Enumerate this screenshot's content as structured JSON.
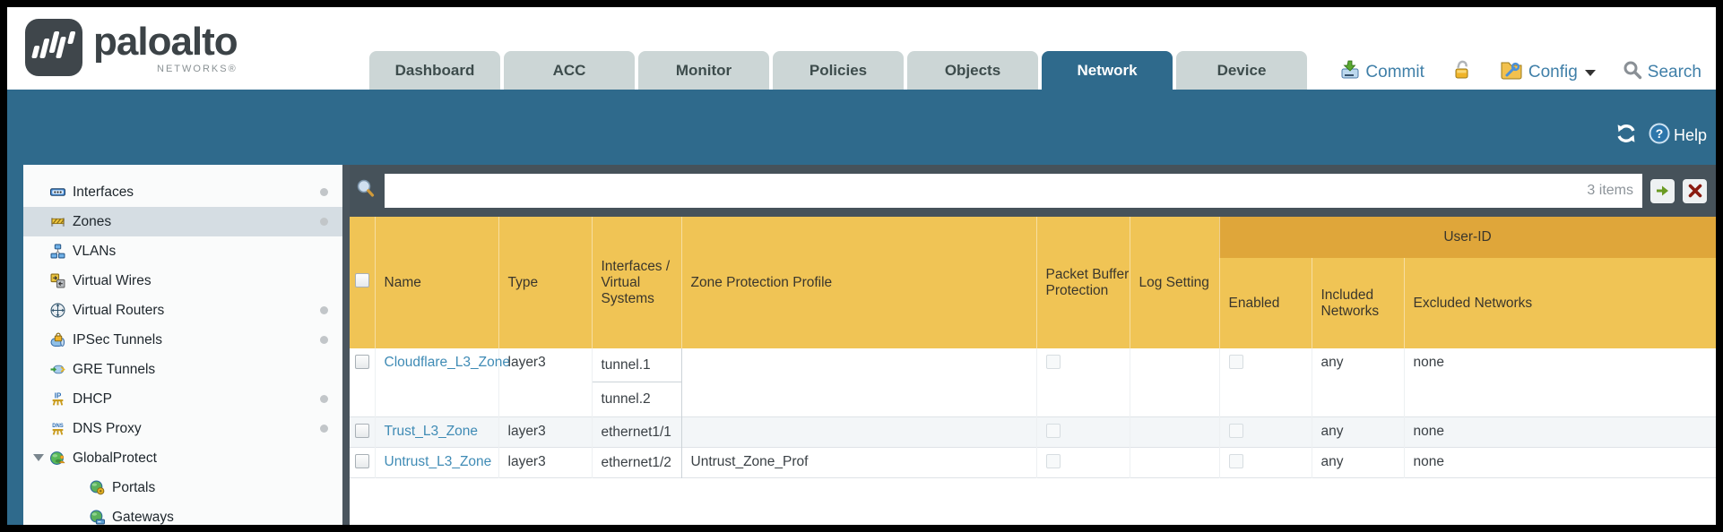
{
  "brand": {
    "name": "paloalto",
    "subtitle": "NETWORKS®"
  },
  "nav_tabs": [
    {
      "label": "Dashboard",
      "active": false
    },
    {
      "label": "ACC",
      "active": false
    },
    {
      "label": "Monitor",
      "active": false
    },
    {
      "label": "Policies",
      "active": false
    },
    {
      "label": "Objects",
      "active": false
    },
    {
      "label": "Network",
      "active": true
    },
    {
      "label": "Device",
      "active": false
    }
  ],
  "top_actions": {
    "commit_label": "Commit",
    "config_label": "Config",
    "search_label": "Search",
    "icons": [
      "commit-icon",
      "lock-icon",
      "config-icon",
      "caret-down-icon",
      "search-icon"
    ]
  },
  "content_toolbar": {
    "help_label": "Help",
    "icons": [
      "refresh-icon",
      "help-icon"
    ]
  },
  "sidebar": {
    "items": [
      {
        "label": "Interfaces",
        "icon": "interfaces-icon",
        "selected": false,
        "dot": true,
        "indent": false
      },
      {
        "label": "Zones",
        "icon": "zones-icon",
        "selected": true,
        "dot": true,
        "indent": false
      },
      {
        "label": "VLANs",
        "icon": "vlans-icon",
        "selected": false,
        "dot": false,
        "indent": false
      },
      {
        "label": "Virtual Wires",
        "icon": "virtual-wires-icon",
        "selected": false,
        "dot": false,
        "indent": false
      },
      {
        "label": "Virtual Routers",
        "icon": "virtual-routers-icon",
        "selected": false,
        "dot": true,
        "indent": false
      },
      {
        "label": "IPSec Tunnels",
        "icon": "ipsec-tunnels-icon",
        "selected": false,
        "dot": true,
        "indent": false
      },
      {
        "label": "GRE Tunnels",
        "icon": "gre-tunnels-icon",
        "selected": false,
        "dot": false,
        "indent": false
      },
      {
        "label": "DHCP",
        "icon": "dhcp-icon",
        "selected": false,
        "dot": true,
        "indent": false
      },
      {
        "label": "DNS Proxy",
        "icon": "dns-proxy-icon",
        "selected": false,
        "dot": true,
        "indent": false
      },
      {
        "label": "GlobalProtect",
        "icon": "globalprotect-icon",
        "selected": false,
        "dot": false,
        "indent": false,
        "expandable": true
      },
      {
        "label": "Portals",
        "icon": "portals-icon",
        "selected": false,
        "dot": false,
        "indent": true
      },
      {
        "label": "Gateways",
        "icon": "gateways-icon",
        "selected": false,
        "dot": false,
        "indent": true
      }
    ]
  },
  "filter_bar": {
    "query_value": "",
    "items_count": "3 items",
    "icons": [
      "search-icon",
      "apply-filter-icon",
      "clear-filter-icon"
    ]
  },
  "table": {
    "group_header": "User-ID",
    "columns": {
      "name": "Name",
      "type": "Type",
      "interfaces": "Interfaces / Virtual Systems",
      "zone_protection": "Zone Protection Profile",
      "packet_buffer": "Packet Buffer Protection",
      "log_setting": "Log Setting",
      "enabled": "Enabled",
      "included": "Included Networks",
      "excluded": "Excluded Networks"
    },
    "rows": [
      {
        "name": "Cloudflare_L3_Zone",
        "type": "layer3",
        "interfaces": [
          "tunnel.1",
          "tunnel.2"
        ],
        "zone_protection_profile": "",
        "packet_buffer_protection": false,
        "log_setting": "",
        "user_id_enabled": false,
        "included_networks": "any",
        "excluded_networks": "none"
      },
      {
        "name": "Trust_L3_Zone",
        "type": "layer3",
        "interfaces": [
          "ethernet1/1"
        ],
        "zone_protection_profile": "",
        "packet_buffer_protection": false,
        "log_setting": "",
        "user_id_enabled": false,
        "included_networks": "any",
        "excluded_networks": "none"
      },
      {
        "name": "Untrust_L3_Zone",
        "type": "layer3",
        "interfaces": [
          "ethernet1/2"
        ],
        "zone_protection_profile": "Untrust_Zone_Prof",
        "packet_buffer_protection": false,
        "log_setting": "",
        "user_id_enabled": false,
        "included_networks": "any",
        "excluded_networks": "none"
      }
    ]
  },
  "colors": {
    "accent_teal": "#2f6a8c",
    "bar_slate": "#46525a",
    "header_amber": "#f0c455",
    "group_amber": "#dfa63a",
    "link_blue": "#3f8bb5",
    "sidebar_selected": "#d5dde3"
  }
}
